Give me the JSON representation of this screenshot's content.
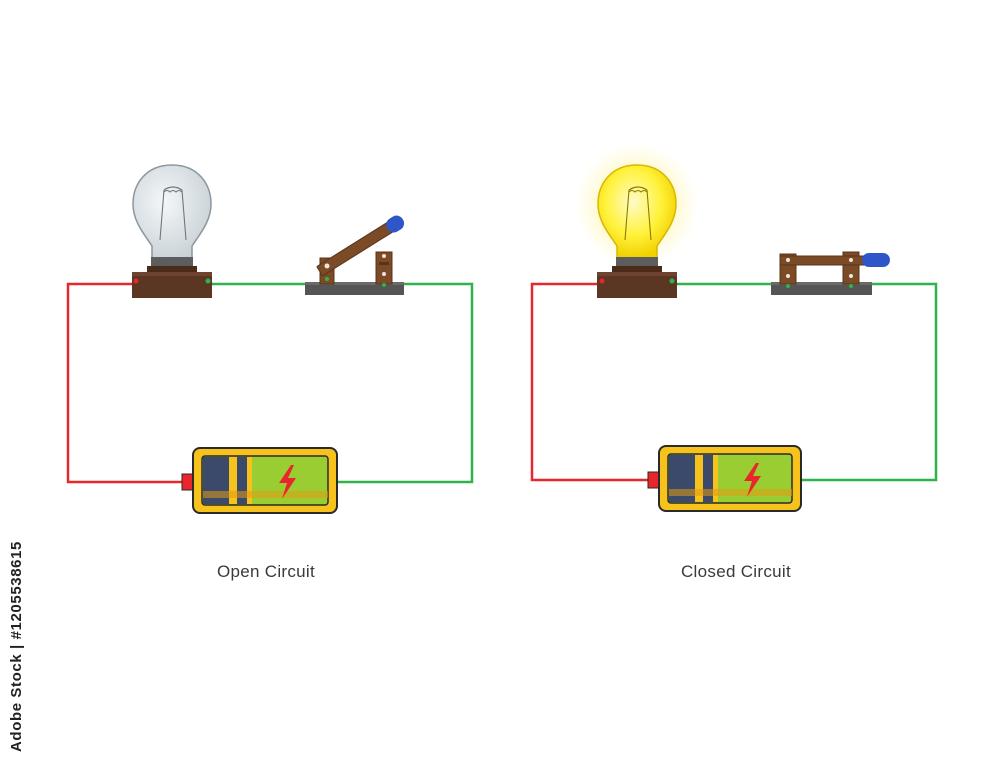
{
  "diagrams": [
    {
      "caption": "Open Circuit",
      "switch_state": "open",
      "bulb_state": "off"
    },
    {
      "caption": "Closed Circuit",
      "switch_state": "closed",
      "bulb_state": "on"
    }
  ],
  "colors": {
    "wire_positive": "#e8262b",
    "wire_negative": "#2fb34a",
    "battery_body": "#9acd32",
    "battery_frame": "#f7c21b",
    "bulb_lit": "#fff23a",
    "bulb_unlit": "#d9e1e5",
    "wood": "#7b4a26"
  },
  "stock_id": "Adobe Stock | #1205538615"
}
